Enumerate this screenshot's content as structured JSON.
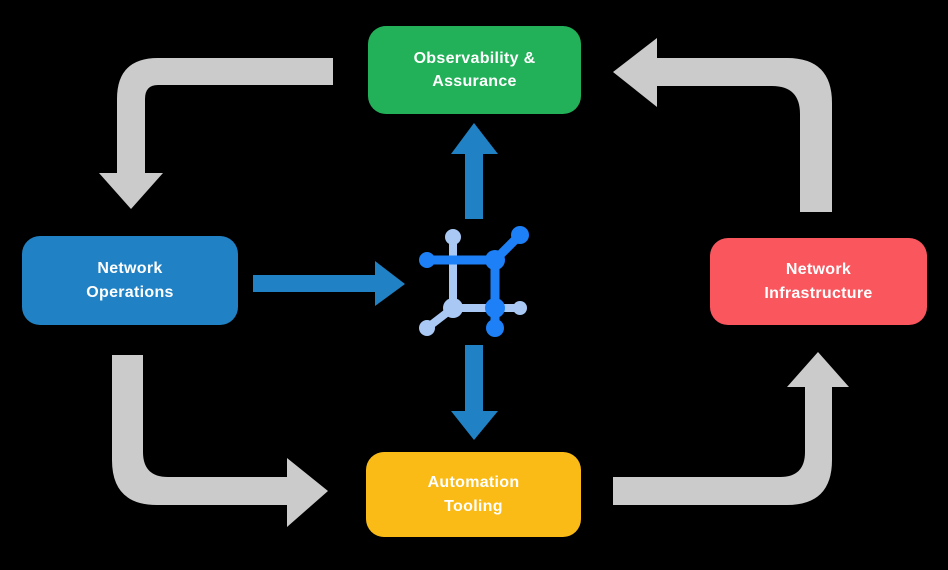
{
  "nodes": {
    "observability": {
      "label": "Observability &\nAssurance",
      "color": "#22B158"
    },
    "operations": {
      "label": "Network\nOperations",
      "color": "#2082C4"
    },
    "infrastructure": {
      "label": "Network\nInfrastructure",
      "color": "#F9565E"
    },
    "automation": {
      "label": "Automation\nTooling",
      "color": "#FBBB17"
    }
  },
  "colors": {
    "background": "#000000",
    "label_text": "#FFFFFF",
    "cycle_arrow": "#CBCBCB",
    "flow_arrow": "#2082C4",
    "icon_dark_blue": "#1E80F6",
    "icon_light_blue": "#A9C9F4"
  }
}
